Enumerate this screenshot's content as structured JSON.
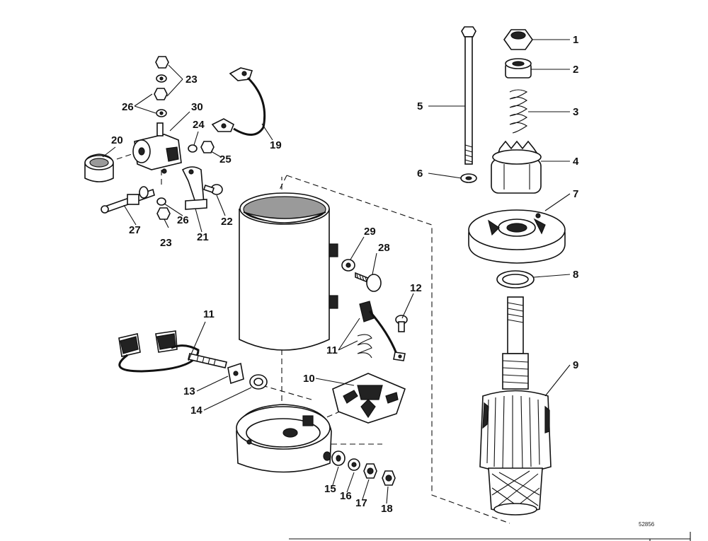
{
  "callouts": {
    "c1": "1",
    "c2": "2",
    "c3": "3",
    "c4": "4",
    "c5": "5",
    "c6": "6",
    "c7": "7",
    "c8": "8",
    "c9": "9",
    "c10": "10",
    "c11a": "11",
    "c11b": "11",
    "c12": "12",
    "c13": "13",
    "c14": "14",
    "c15": "15",
    "c16": "16",
    "c17": "17",
    "c18": "18",
    "c19": "19",
    "c20": "20",
    "c21": "21",
    "c22": "22",
    "c23a": "23",
    "c23b": "23",
    "c24": "24",
    "c25": "25",
    "c26a": "26",
    "c26b": "26",
    "c27": "27",
    "c28": "28",
    "c29": "29",
    "c30": "30"
  },
  "drawing_code": "52856"
}
